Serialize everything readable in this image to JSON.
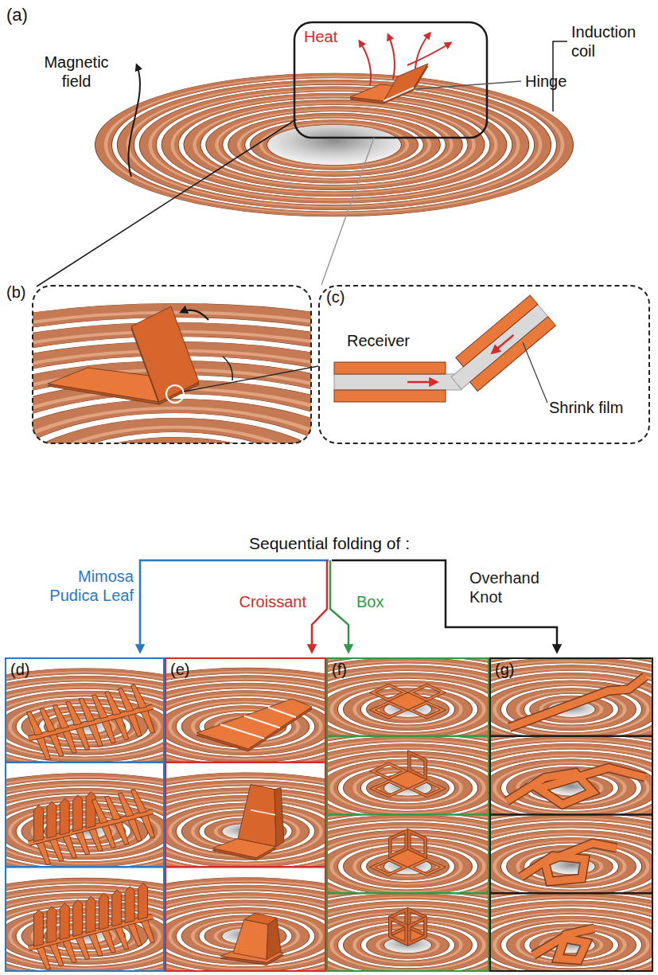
{
  "diagram": {
    "nodes": [
      {
        "text": [
          "(b)"
        ]
      },
      {
        "text": [
          "(c)"
        ]
      },
      {
        "text": [
          "(d)"
        ]
      },
      {
        "text": [
          "(e)"
        ]
      },
      {
        "text": [
          "(f)"
        ]
      },
      {
        "text": [
          "(g)"
        ]
      }
    ],
    "labels": [
      "(a)",
      "Heat",
      "Magnetic field",
      "Induction coil",
      "Hinge",
      "Receiver",
      "Shrink film",
      "Sequential folding of :",
      "Mimosa Pudica Leaf",
      "Croissant",
      "Box",
      "Overhand Knot"
    ]
  }
}
